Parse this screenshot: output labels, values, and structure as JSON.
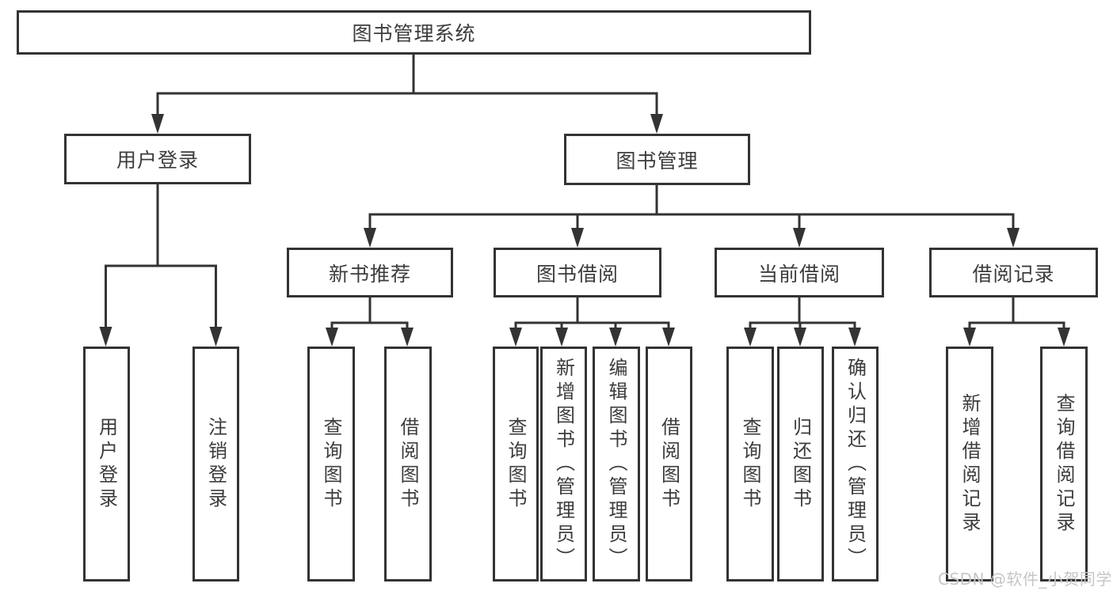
{
  "diagram": {
    "root": {
      "label": "图书管理系统"
    },
    "level2": [
      {
        "label": "用户登录",
        "children": [
          {
            "label": "用户登录"
          },
          {
            "label": "注销登录"
          }
        ]
      },
      {
        "label": "图书管理",
        "children": [
          {
            "label": "新书推荐",
            "children": [
              {
                "label": "查询图书"
              },
              {
                "label": "借阅图书"
              }
            ]
          },
          {
            "label": "图书借阅",
            "children": [
              {
                "label": "查询图书"
              },
              {
                "label": "新增图书（管理员）"
              },
              {
                "label": "编辑图书（管理员）"
              },
              {
                "label": "借阅图书"
              }
            ]
          },
          {
            "label": "当前借阅",
            "children": [
              {
                "label": "查询图书"
              },
              {
                "label": "归还图书"
              },
              {
                "label": "确认归还（管理员）"
              }
            ]
          },
          {
            "label": "借阅记录",
            "children": [
              {
                "label": "新增借阅记录"
              },
              {
                "label": "查询借阅记录"
              }
            ]
          }
        ]
      }
    ]
  },
  "watermark": {
    "text": "CSDN @软件_小贺同学"
  },
  "colors": {
    "line": "#333333",
    "text": "#3c3c3c",
    "watermark": "#c6c6c6",
    "background": "#ffffff"
  }
}
